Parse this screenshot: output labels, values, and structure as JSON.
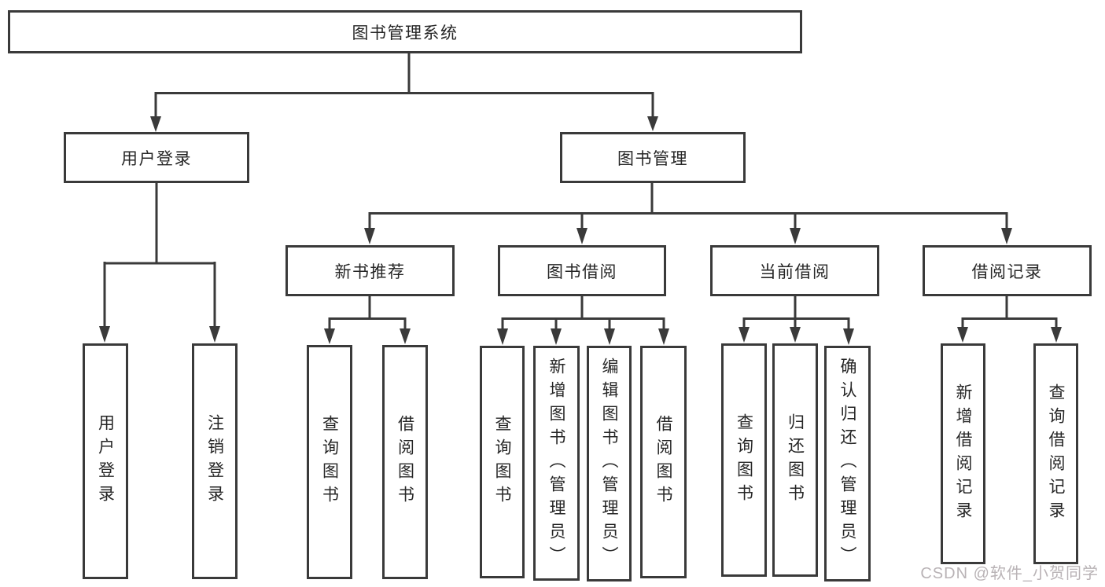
{
  "tree": {
    "label": "图书管理系统",
    "children": [
      {
        "label": "用户登录",
        "children": [
          {
            "label": "用户登录"
          },
          {
            "label": "注销登录"
          }
        ]
      },
      {
        "label": "图书管理",
        "children": [
          {
            "label": "新书推荐",
            "children": [
              {
                "label": "查询图书"
              },
              {
                "label": "借阅图书"
              }
            ]
          },
          {
            "label": "图书借阅",
            "children": [
              {
                "label": "查询图书"
              },
              {
                "label": "新增图书（管理员）"
              },
              {
                "label": "编辑图书（管理员）"
              },
              {
                "label": "借阅图书"
              }
            ]
          },
          {
            "label": "当前借阅",
            "children": [
              {
                "label": "查询图书"
              },
              {
                "label": "归还图书"
              },
              {
                "label": "确认归还（管理员）"
              }
            ]
          },
          {
            "label": "借阅记录",
            "children": [
              {
                "label": "新增借阅记录"
              },
              {
                "label": "查询借阅记录"
              }
            ]
          }
        ]
      }
    ]
  },
  "watermark": {
    "text": "CSDN @软件_小贺同学"
  },
  "colors": {
    "line": "#3a3a3a",
    "text": "#262626",
    "watermark": "#b9b3b6",
    "background": "#ffffff"
  }
}
